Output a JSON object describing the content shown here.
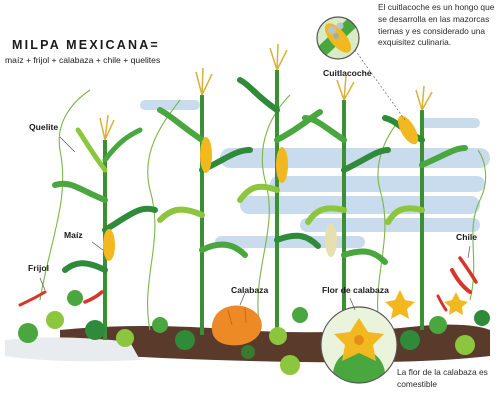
{
  "title": "MILPA MEXICANA=",
  "subtitle": "maíz + frijol + calabaza + chile + quelites",
  "labels": {
    "cuitlacoche": "Cuitlacoche",
    "quelite": "Quelite",
    "maiz": "Maíz",
    "frijol": "Frijol",
    "calabaza": "Calabaza",
    "flor": "Flor de calabaza",
    "chile": "Chile"
  },
  "notes": {
    "cuitlacoche": "El cuitlacoche es un hongo que se desarrolla en las mazorcas tiernas y es considerado una exquisitez culinaria.",
    "flor": "La flor de la calabaza es comestible"
  },
  "colors": {
    "leaf_dark": "#2f8a3a",
    "leaf_mid": "#4aa63f",
    "leaf_light": "#8cc63f",
    "corn": "#f2b81f",
    "squash": "#ee8a25",
    "chile": "#d8342b",
    "soil": "#5a3a2a",
    "sky": "#c9dced"
  }
}
